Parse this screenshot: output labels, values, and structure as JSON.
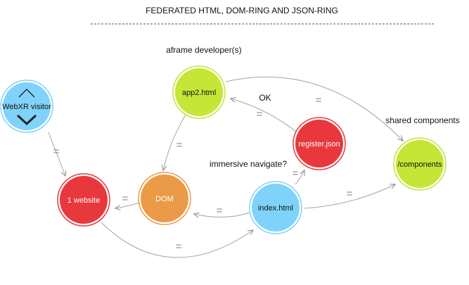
{
  "title": "FEDERATED HTML, DOM-RING AND JSON-RING",
  "annotations": {
    "aframe_developers": "aframe developer(s)",
    "ok": "OK",
    "shared_components": "shared components",
    "immersive_navigate": "immersive navigate?"
  },
  "nodes": {
    "webxr_visitor": {
      "label": "WebXR visitor",
      "color": "#7fd3fb"
    },
    "app2": {
      "label": "app2.html",
      "color": "#c5e537"
    },
    "register": {
      "label": "register.json",
      "color": "#e8383d"
    },
    "components": {
      "label": "/components",
      "color": "#c5e537"
    },
    "website": {
      "label": "1 website",
      "color": "#e8383d"
    },
    "dom": {
      "label": "DOM",
      "color": "#eb9b47"
    },
    "index": {
      "label": "index.html",
      "color": "#7fd3fb"
    }
  },
  "edge_marker": "="
}
